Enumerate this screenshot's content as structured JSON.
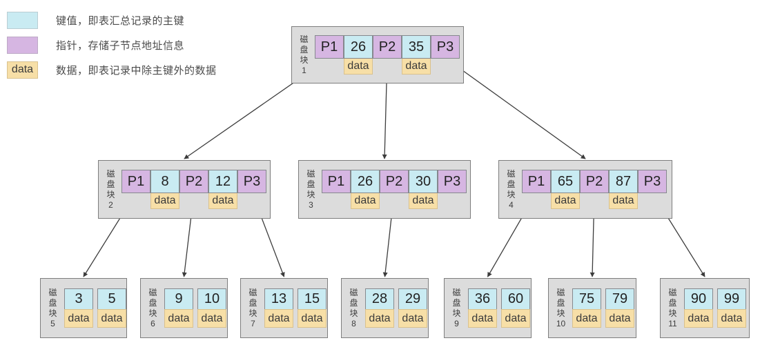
{
  "labels": {
    "data": "data"
  },
  "legend": [
    {
      "id": "key",
      "label": "键值，即表汇总记录的主键"
    },
    {
      "id": "pointer",
      "label": "指针，存储子节点地址信息"
    },
    {
      "id": "data",
      "swatch_text": "data",
      "label": "数据，即表记录中除主键外的数据"
    }
  ],
  "nodes": {
    "internal": [
      {
        "id": "block1",
        "label": "磁盘块1",
        "pointers": [
          "P1",
          "P2",
          "P3"
        ],
        "keys": [
          "26",
          "35"
        ]
      },
      {
        "id": "block2",
        "label": "磁盘块2",
        "pointers": [
          "P1",
          "P2",
          "P3"
        ],
        "keys": [
          "8",
          "12"
        ]
      },
      {
        "id": "block3",
        "label": "磁盘块3",
        "pointers": [
          "P1",
          "P2",
          "P3"
        ],
        "keys": [
          "26",
          "30"
        ]
      },
      {
        "id": "block4",
        "label": "磁盘块4",
        "pointers": [
          "P1",
          "P2",
          "P3"
        ],
        "keys": [
          "65",
          "87"
        ]
      }
    ],
    "leaf": [
      {
        "id": "block5",
        "label": "磁盘块5",
        "keys": [
          "3",
          "5"
        ]
      },
      {
        "id": "block6",
        "label": "磁盘块6",
        "keys": [
          "9",
          "10"
        ]
      },
      {
        "id": "block7",
        "label": "磁盘块7",
        "keys": [
          "13",
          "15"
        ]
      },
      {
        "id": "block8",
        "label": "磁盘块8",
        "keys": [
          "28",
          "29"
        ]
      },
      {
        "id": "block9",
        "label": "磁盘块9",
        "keys": [
          "36",
          "60"
        ]
      },
      {
        "id": "block10",
        "label": "磁盘块10",
        "keys": [
          "75",
          "79"
        ]
      },
      {
        "id": "block11",
        "label": "磁盘块11",
        "keys": [
          "90",
          "99"
        ]
      }
    ]
  },
  "arrows": [
    {
      "from": "block1-pointer-P1",
      "to": "node-block2"
    },
    {
      "from": "block1-pointer-P2",
      "to": "node-block3"
    },
    {
      "from": "block1-pointer-P3",
      "to": "node-block4"
    },
    {
      "from": "block2-pointer-P1",
      "to": "node-block5"
    },
    {
      "from": "block2-pointer-P2",
      "to": "node-block6"
    },
    {
      "from": "block2-pointer-P3",
      "to": "node-block7"
    },
    {
      "from": "block3-pointer-P2",
      "to": "node-block8"
    },
    {
      "from": "block4-pointer-P1",
      "to": "node-block9"
    },
    {
      "from": "block4-pointer-P2",
      "to": "node-block10"
    },
    {
      "from": "block4-pointer-P3",
      "to": "node-block11"
    }
  ],
  "colors": {
    "key_fill": "#c9ebf2",
    "pointer_fill": "#d6b6e2",
    "data_fill": "#f7dfa7",
    "node_bg": "#dcdcdc",
    "arrow": "#3c3c3c"
  }
}
